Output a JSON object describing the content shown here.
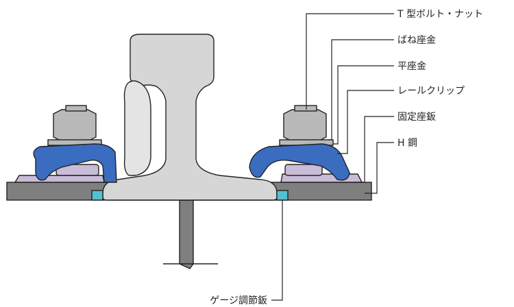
{
  "labels": {
    "t_bolt_nut": "T 型ボルト・ナット",
    "spring_washer": "ばね座金",
    "flat_washer": "平座金",
    "rail_clip": "レールクリップ",
    "fixing_plate": "固定座鈑",
    "h_steel": "H 鋼",
    "gauge_plate": "ゲージ調節鈑"
  },
  "colors": {
    "rail": "#d6d6d6",
    "steel_beam": "#7f7f7f",
    "fixing_plate": "#c8bcd8",
    "clip": "#3a6cc0",
    "bolt": "#b9b9b9",
    "gauge_plate": "#52c2d0"
  }
}
